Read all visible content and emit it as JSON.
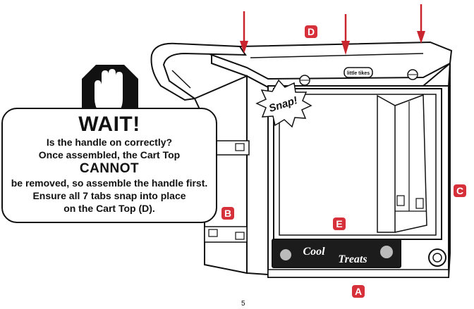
{
  "callout": {
    "heading": "WAIT!",
    "line1": "Is the handle on correctly?",
    "line2": "Once assembled, the Cart Top",
    "emphasis": "CANNOT",
    "line3": "be removed, so assemble the handle first.",
    "line4": "Ensure all 7 tabs snap into place",
    "line5": "on the Cart Top (D)."
  },
  "illustration": {
    "snap_label": "Snap!",
    "logo_text": "little tikes",
    "banner_line1": "Cool",
    "banner_line2": "Treats",
    "hand_icon": "stop-hand-icon"
  },
  "labels": {
    "a": "A",
    "b": "B",
    "c": "C",
    "d": "D",
    "e": "E"
  },
  "page_number": "5",
  "colors": {
    "label_red": "#d6303a",
    "outline": "#111111"
  }
}
